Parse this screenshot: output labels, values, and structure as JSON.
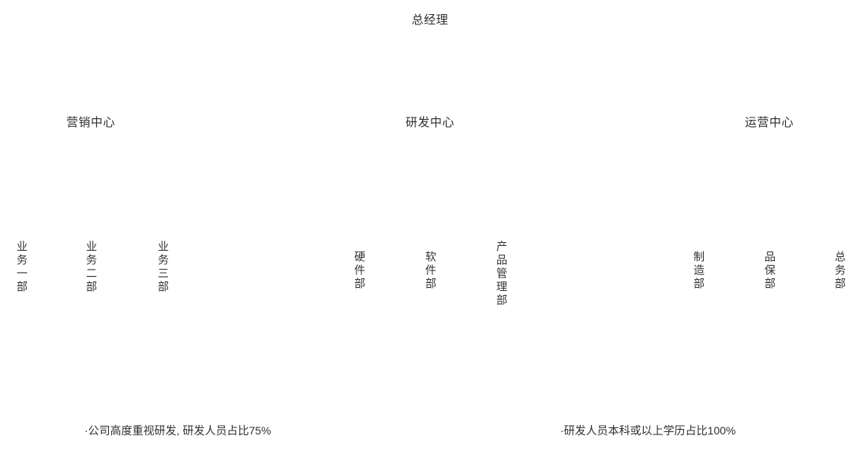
{
  "chart": {
    "type": "org-chart",
    "title": "总经理",
    "root": {
      "label": "总经理"
    },
    "divisions": [
      {
        "label": "营销中心",
        "departments": [
          {
            "label": "业务一部"
          },
          {
            "label": "业务二部"
          },
          {
            "label": "业务三部"
          }
        ]
      },
      {
        "label": "研发中心",
        "departments": [
          {
            "label": "硬件部"
          },
          {
            "label": "软件部"
          },
          {
            "label": "产品管理部"
          }
        ]
      },
      {
        "label": "运营中心",
        "departments": [
          {
            "label": "制造部"
          },
          {
            "label": "品保部"
          },
          {
            "label": "总务部"
          }
        ]
      }
    ]
  },
  "departments_flat": [
    {
      "label": "业务一部"
    },
    {
      "label": "业务二部"
    },
    {
      "label": "业务三部"
    },
    {
      "label": "硬件部"
    },
    {
      "label": "软件部"
    },
    {
      "label": "产品管理部"
    },
    {
      "label": "制造部"
    },
    {
      "label": "品保部"
    },
    {
      "label": "总务部"
    }
  ],
  "footnotes": [
    {
      "text": "·公司高度重视研发, 研发人员占比75%"
    },
    {
      "text": "·研发人员本科或以上学历占比100%"
    }
  ],
  "colors": {
    "background": "#ffffff",
    "text": "#333333",
    "heading_text": "#2f2f2f"
  }
}
